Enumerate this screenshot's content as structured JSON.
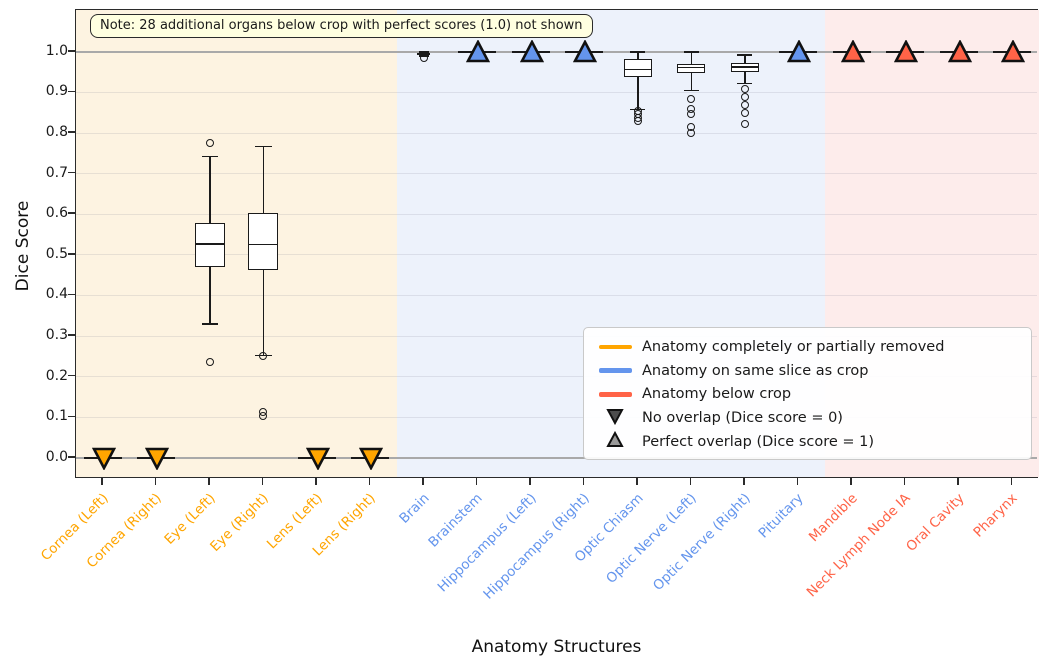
{
  "note": "Note: 28 additional organs below crop with perfect scores (1.0) not shown",
  "chart_data": {
    "type": "box",
    "xlabel": "Anatomy Structures",
    "ylabel": "Dice Score",
    "ylim": [
      -0.052,
      1.103
    ],
    "yticks": [
      0.0,
      0.1,
      0.2,
      0.3,
      0.4,
      0.5,
      0.6,
      0.7,
      0.8,
      0.9,
      1.0
    ],
    "grid": "horizontal, light; emphasized lines at 0.0 and 1.0",
    "legend_position": "lower right",
    "groups": [
      {
        "name": "removed",
        "label": "Anatomy completely or partially removed",
        "color": "#FFA500",
        "bg": "#fdf3e1",
        "start": 0,
        "end": 5
      },
      {
        "name": "same-slice",
        "label": "Anatomy on same slice as crop",
        "color": "#6495ED",
        "bg": "#edf2fb",
        "start": 6,
        "end": 13
      },
      {
        "name": "below-crop",
        "label": "Anatomy below crop",
        "color": "#FF6347",
        "bg": "#fdeceb",
        "start": 14,
        "end": 17
      }
    ],
    "legend_markers": [
      {
        "type": "tri_down",
        "color": "#4d4d4d",
        "label": "No overlap (Dice score = 0)"
      },
      {
        "type": "tri_up",
        "color": "#999999",
        "label": "Perfect overlap (Dice score = 1)"
      }
    ],
    "items": [
      {
        "label": "Cornea (Left)",
        "group": 0,
        "kind": "tri_down",
        "value": 0.0
      },
      {
        "label": "Cornea (Right)",
        "group": 0,
        "kind": "tri_down",
        "value": 0.0
      },
      {
        "label": "Eye (Left)",
        "group": 0,
        "kind": "box",
        "w": 30,
        "box": {
          "whislo": 0.33,
          "q1": 0.47,
          "med": 0.527,
          "q3": 0.578,
          "whishi": 0.742,
          "fliers": [
            0.775,
            0.235
          ]
        }
      },
      {
        "label": "Eye (Right)",
        "group": 0,
        "kind": "box",
        "w": 30,
        "box": {
          "whislo": 0.252,
          "q1": 0.462,
          "med": 0.525,
          "q3": 0.602,
          "whishi": 0.767,
          "fliers": [
            0.25,
            0.112,
            0.104
          ]
        }
      },
      {
        "label": "Lens (Left)",
        "group": 0,
        "kind": "tri_down",
        "value": 0.0
      },
      {
        "label": "Lens (Right)",
        "group": 0,
        "kind": "tri_down",
        "value": 0.0
      },
      {
        "label": "Brain",
        "group": 1,
        "kind": "box",
        "w": 13,
        "box": {
          "whislo": 0.99,
          "q1": 0.992,
          "med": 0.9945,
          "q3": 0.997,
          "whishi": 1.0,
          "fliers": [
            0.985
          ]
        }
      },
      {
        "label": "Brainstem",
        "group": 1,
        "kind": "tri_up",
        "value": 1.0
      },
      {
        "label": "Hippocampus (Left)",
        "group": 1,
        "kind": "tri_up",
        "value": 1.0
      },
      {
        "label": "Hippocampus (Right)",
        "group": 1,
        "kind": "tri_up",
        "value": 1.0
      },
      {
        "label": "Optic Chiasm",
        "group": 1,
        "kind": "box",
        "w": 28,
        "box": {
          "whislo": 0.858,
          "q1": 0.937,
          "med": 0.956,
          "q3": 0.983,
          "whishi": 1.0,
          "fliers": [
            0.855,
            0.846,
            0.838,
            0.83
          ]
        }
      },
      {
        "label": "Optic Nerve (Left)",
        "group": 1,
        "kind": "box",
        "w": 28,
        "box": {
          "whislo": 0.905,
          "q1": 0.947,
          "med": 0.961,
          "q3": 0.971,
          "whishi": 1.0,
          "fliers": [
            0.885,
            0.858,
            0.846,
            0.815,
            0.8
          ]
        }
      },
      {
        "label": "Optic Nerve (Right)",
        "group": 1,
        "kind": "box",
        "w": 28,
        "box": {
          "whislo": 0.922,
          "q1": 0.951,
          "med": 0.963,
          "q3": 0.972,
          "whishi": 0.992,
          "fliers": [
            0.908,
            0.888,
            0.868,
            0.85,
            0.822
          ]
        }
      },
      {
        "label": "Pituitary",
        "group": 1,
        "kind": "tri_up",
        "value": 1.0
      },
      {
        "label": "Mandible",
        "group": 2,
        "kind": "tri_up",
        "value": 1.0
      },
      {
        "label": "Neck Lymph Node IA",
        "group": 2,
        "kind": "tri_up",
        "value": 1.0
      },
      {
        "label": "Oral Cavity",
        "group": 2,
        "kind": "tri_up",
        "value": 1.0
      },
      {
        "label": "Pharynx",
        "group": 2,
        "kind": "tri_up",
        "value": 1.0
      }
    ]
  }
}
